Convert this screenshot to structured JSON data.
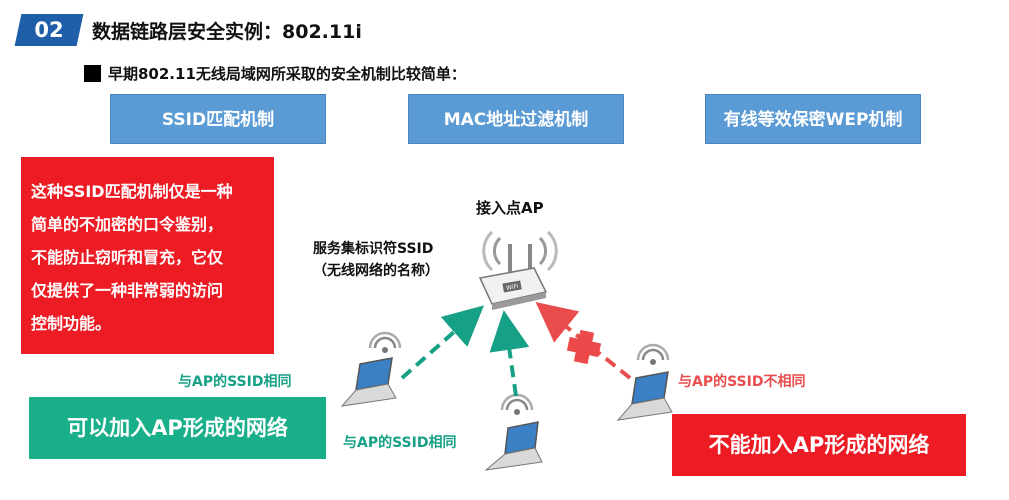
{
  "header": {
    "section_number": "02",
    "title": "数据链路层安全实例：802.11i"
  },
  "intro": {
    "text": "早期802.11无线局域网所采取的安全机制比较简单："
  },
  "mechanisms": [
    {
      "label": "SSID匹配机制"
    },
    {
      "label": "MAC地址过滤机制"
    },
    {
      "label": "有线等效保密WEP机制"
    }
  ],
  "warning": {
    "lines": [
      "这种SSID匹配机制仅是一种",
      "简单的不加密的口令鉴别，",
      "不能防止窃听和冒充，它仅",
      "仅提供了一种非常弱的访问",
      "控制功能。"
    ]
  },
  "diagram": {
    "ap_label": "接入点AP",
    "ssid_note_line1": "服务集标识符SSID",
    "ssid_note_line2": "（无线网络的名称）",
    "router_badge": "WiFi",
    "same_ssid_label_left": "与AP的SSID相同",
    "same_ssid_label_bottom": "与AP的SSID相同",
    "diff_ssid_label": "与AP的SSID不相同"
  },
  "results": {
    "can_join": "可以加入AP形成的网络",
    "cannot_join": "不能加入AP形成的网络"
  },
  "colors": {
    "header_badge": "#1f5ea8",
    "mechanism_box": "#5b9bd5",
    "warning": "#ed1c24",
    "success": "#1aaf8b",
    "arrow_ok": "#16a085",
    "arrow_fail": "#e84c4c"
  }
}
